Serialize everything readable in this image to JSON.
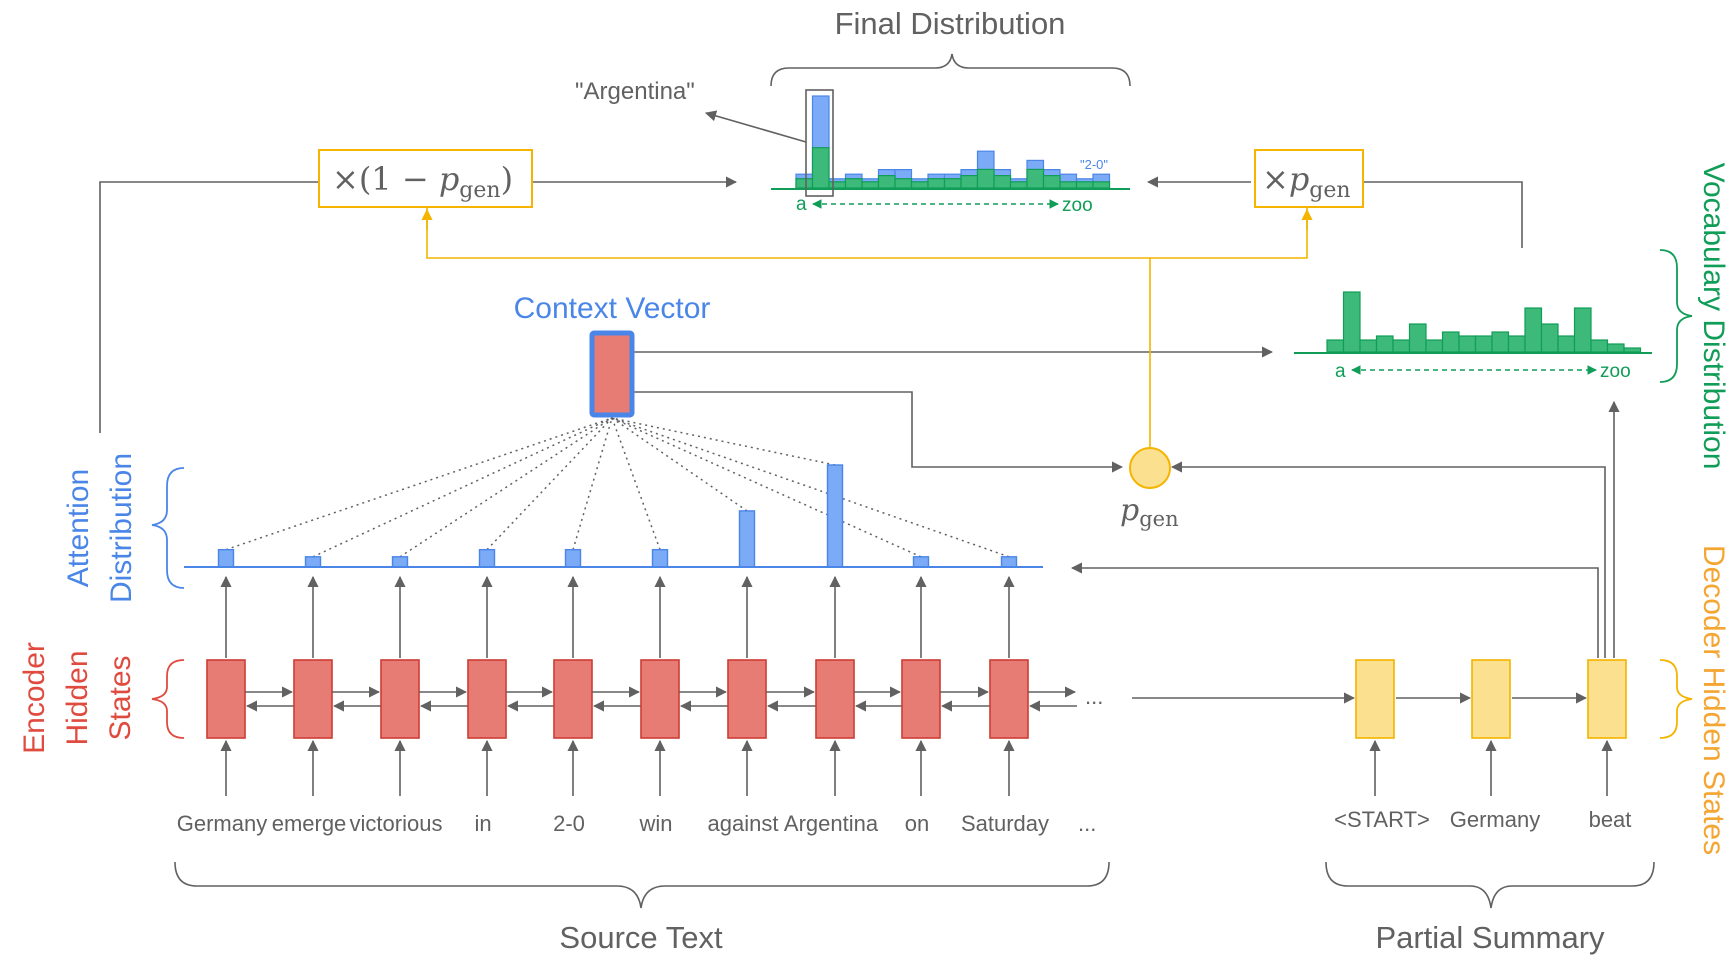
{
  "titles": {
    "final_distribution": "Final Distribution",
    "context_vector": "Context Vector",
    "source_text": "Source Text",
    "partial_summary": "Partial Summary"
  },
  "side_labels": {
    "attention_line1": "Attention",
    "attention_line2": "Distribution",
    "encoder_line1": "Encoder",
    "encoder_line2": "Hidden",
    "encoder_line3": "States",
    "vocabulary": "Vocabulary Distribution",
    "decoder": "Decoder Hidden States"
  },
  "annotations": {
    "argentina": "\"Argentina\"",
    "two_zero": "\"2-0\"",
    "axis_start": "a",
    "axis_end": "zoo"
  },
  "formulas": {
    "one_minus_pgen_prefix": "×(1 − ",
    "one_minus_pgen_p": "p",
    "one_minus_pgen_sub": "gen",
    "one_minus_pgen_suffix": ")",
    "times_pgen_prefix": "×",
    "times_pgen_p": "p",
    "times_pgen_sub": "gen",
    "pgen_p": "p",
    "pgen_sub": "gen"
  },
  "source_words": [
    "Germany",
    "emerge",
    "victorious",
    "in",
    "2-0",
    "win",
    "against",
    "Argentina",
    "on",
    "Saturday"
  ],
  "source_ellipsis": "...",
  "row_ellipsis": "...",
  "summary_words": [
    "<START>",
    "Germany",
    "beat"
  ],
  "attention_weights": [
    0.17,
    0.1,
    0.1,
    0.17,
    0.17,
    0.17,
    0.55,
    1.0,
    0.1,
    0.1
  ],
  "vocab_distribution": [
    0.15,
    0.75,
    0.15,
    0.2,
    0.15,
    0.35,
    0.15,
    0.25,
    0.2,
    0.2,
    0.25,
    0.2,
    0.55,
    0.35,
    0.2,
    0.55,
    0.15,
    0.1,
    0.05
  ],
  "final_green": [
    0.15,
    0.65,
    0.1,
    0.15,
    0.1,
    0.2,
    0.15,
    0.1,
    0.15,
    0.15,
    0.2,
    0.3,
    0.2,
    0.1,
    0.3,
    0.2,
    0.1,
    0.1,
    0.1
  ],
  "final_blue": [
    0.15,
    1.0,
    0.1,
    0.15,
    0.1,
    0.2,
    0.2,
    0.1,
    0.15,
    0.15,
    0.2,
    0.4,
    0.2,
    0.1,
    0.3,
    0.2,
    0.15,
    0.1,
    0.15
  ],
  "colors": {
    "encoder_fill": "#e67c73",
    "encoder_stroke": "#cc3d33",
    "decoder_fill": "#fbe08f",
    "decoder_stroke": "#f4b400",
    "attention_fill": "#7baaf7",
    "attention_stroke": "#4a86e8",
    "vocab_fill": "#3dba7a",
    "vocab_stroke": "#109d58",
    "gold_line": "#f4b400",
    "gray": "#616161"
  }
}
